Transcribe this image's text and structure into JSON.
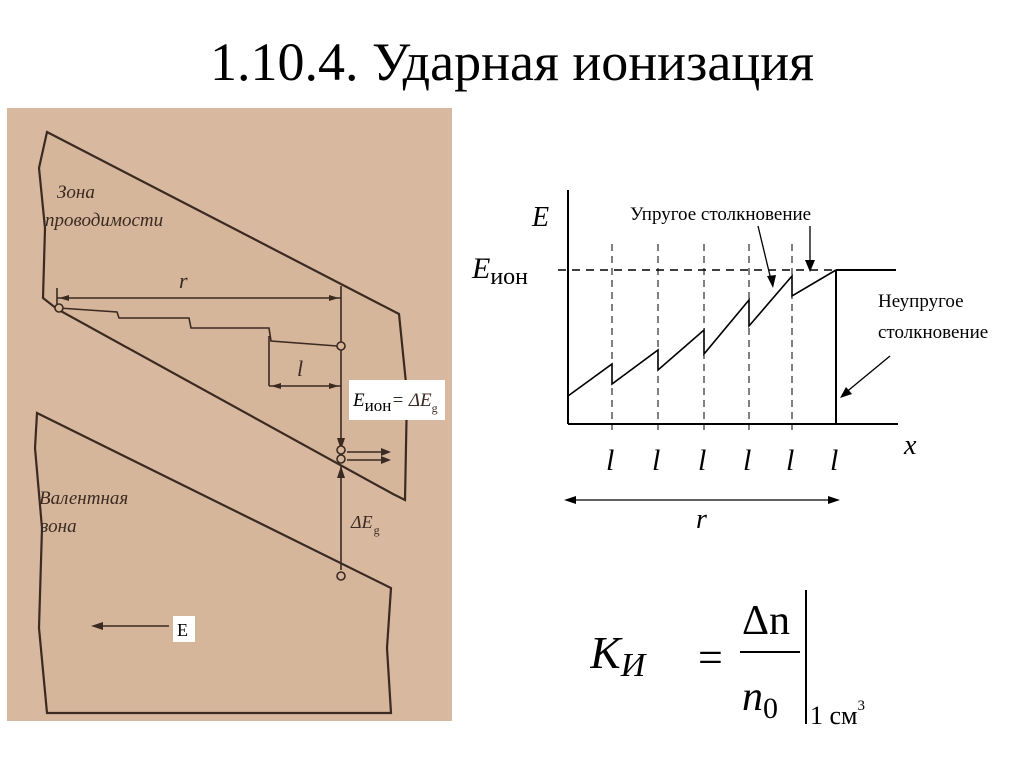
{
  "slide": {
    "title": "1.10.4. Ударная ионизация"
  },
  "band_diagram": {
    "conduction_zone_line1": "Зона",
    "conduction_zone_line2": "проводимости",
    "valence_zone_line1": "Валентная",
    "valence_zone_line2": "зона",
    "r_label": "r",
    "l_label": "l",
    "e_ion_main": "E",
    "e_ion_sub": "ион",
    "equals_delta": "= ΔE",
    "g_sub": "g",
    "delta_eg_main": "ΔE",
    "delta_eg_sub": "g",
    "field_label": "E",
    "paper_color": "#d8b99f"
  },
  "energy_graph": {
    "y_axis_label": "E",
    "x_axis_label": "x",
    "e_ion_main": "E",
    "e_ion_sub": "ион",
    "elastic_label": "Упругое столкновение",
    "inelastic_line1": "Неупругое",
    "inelastic_line2": "столкновение",
    "step_labels": [
      "l",
      "l",
      "l",
      "l",
      "l",
      "l"
    ],
    "r_label": "r"
  },
  "formula": {
    "k_main": "K",
    "k_sub": "И",
    "equals": "=",
    "numerator": "Δn",
    "denominator_main": "n",
    "denominator_sub": "0",
    "eval_main": "1 см",
    "eval_sup": "3"
  }
}
